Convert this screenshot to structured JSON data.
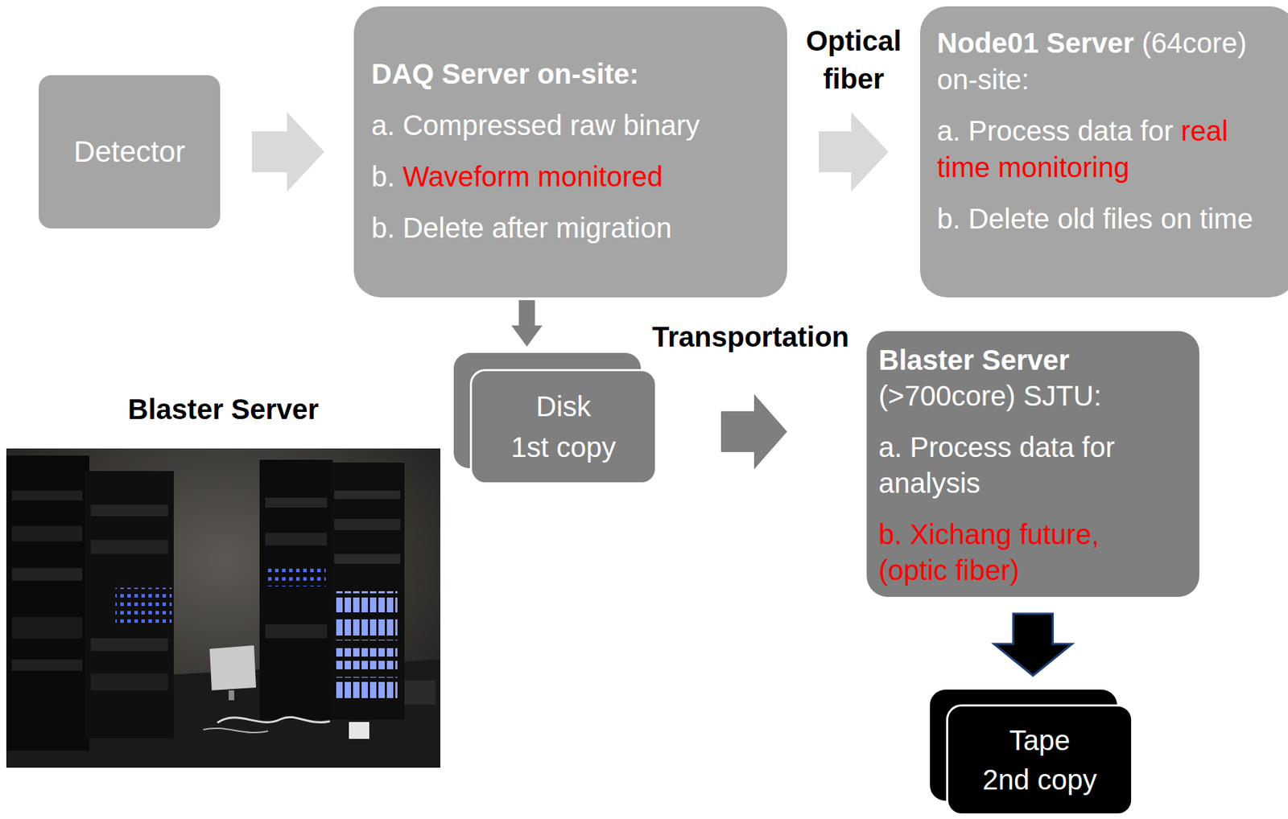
{
  "diagram": {
    "nodes": [
      {
        "text": [
          "Detector"
        ]
      },
      {
        "text": [
          "DAQ Server on-site:",
          "a. Compressed raw binary",
          "b.",
          "Waveform monitored",
          "b. Delete after migration"
        ]
      },
      {
        "text": [
          "Node01 Server",
          "(64core)",
          "on-site:",
          "a. Process data for",
          "real time monitoring",
          "b. Delete old files on time"
        ]
      },
      {
        "text": [
          "Disk",
          "1st copy"
        ]
      },
      {
        "text": [
          "Blaster Server",
          "(>700core) SJTU:",
          "a. Process data for analysis",
          "b. Xichang future, (optic fiber)"
        ]
      },
      {
        "text": [
          "Tape",
          "2nd copy"
        ]
      }
    ],
    "edges": [
      {
        "from": 0,
        "to": 1,
        "arrow": "to"
      },
      {
        "from": 1,
        "to": 2,
        "arrow": "to",
        "label": "Optical fiber"
      },
      {
        "from": 1,
        "to": 3,
        "arrow": "to"
      },
      {
        "from": 3,
        "to": 4,
        "arrow": "to",
        "label": "Transportation"
      },
      {
        "from": 4,
        "to": 5,
        "arrow": "to"
      }
    ],
    "labels": [
      "Blaster Server"
    ]
  }
}
